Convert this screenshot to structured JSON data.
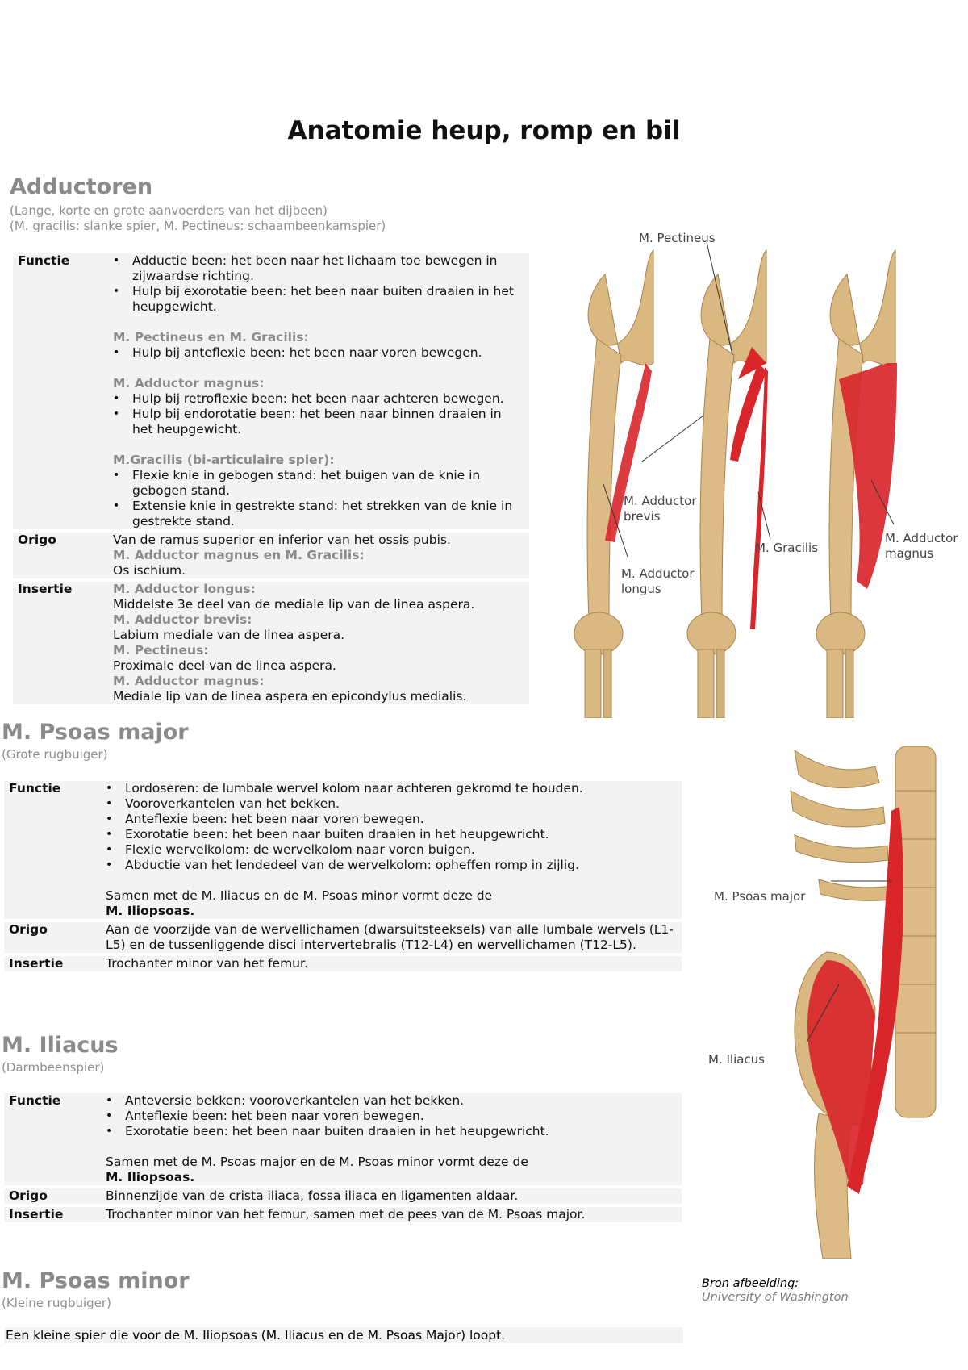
{
  "title": "Anatomie heup, romp en bil",
  "adductoren": {
    "title": "Adductoren",
    "subtitle1": "(Lange, korte en grote aanvoerders van het dijbeen)",
    "subtitle2": "(M. gracilis: slanke spier, M. Pectineus: schaambeenkamspier)",
    "functie_label": "Functie",
    "functie_items": [
      "Adductie been: het been naar het lichaam toe bewegen in zijwaardse richting.",
      "Hulp bij exorotatie been: het been naar buiten draaien in het heupgewicht."
    ],
    "pect_heading": "M. Pectineus en M. Gracilis:",
    "pect_items": [
      "Hulp bij anteflexie been: het been naar voren bewegen."
    ],
    "magnus_heading": "M. Adductor magnus:",
    "magnus_items": [
      "Hulp bij retroflexie been: het been naar achteren bewegen.",
      "Hulp bij endorotatie been: het been naar binnen draaien in het heupgewicht."
    ],
    "gracilis_heading": "M.Gracilis (bi-articulaire spier):",
    "gracilis_items": [
      "Flexie knie in gebogen stand: het buigen van de knie in gebogen stand.",
      "Extensie knie in gestrekte stand: het strekken van de knie in gestrekte stand."
    ],
    "origo_label": "Origo",
    "origo_text": "Van de ramus superior en inferior van het ossis pubis.",
    "origo_sub": "M. Adductor magnus en M. Gracilis:",
    "origo_text2": "Os ischium.",
    "insertie_label": "Insertie",
    "ins": [
      {
        "h": "M. Adductor longus:",
        "t": "Middelste 3e deel van de mediale lip van de linea aspera."
      },
      {
        "h": "M. Adductor brevis:",
        "t": "Labium mediale van de linea aspera."
      },
      {
        "h": "M. Pectineus:",
        "t": "Proximale deel van de linea aspera."
      },
      {
        "h": "M. Adductor magnus:",
        "t": "Mediale lip van de linea aspera en epicondylus medialis."
      }
    ],
    "labels": {
      "pectineus": "M. Pectineus",
      "brevis1": "M. Adductor",
      "brevis2": "brevis",
      "longus1": "M. Adductor",
      "longus2": "longus",
      "gracilis": "M. Gracilis",
      "magnus1": "M. Adductor",
      "magnus2": "magnus"
    }
  },
  "psoas_major": {
    "title": "M. Psoas major",
    "subtitle": "(Grote rugbuiger)",
    "functie_label": "Functie",
    "functie_items": [
      "Lordoseren: de lumbale wervel kolom naar achteren gekromd te houden.",
      "Vooroverkantelen van het bekken.",
      "Anteflexie been: het been naar voren bewegen.",
      "Exorotatie been: het been naar buiten draaien in het heupgewricht.",
      "Flexie wervelkolom: de wervelkolom naar voren buigen.",
      "Abductie van het lendedeel van de wervelkolom: opheffen romp in zijlig."
    ],
    "samen": "Samen met de M. Iliacus en de M. Psoas minor vormt deze de",
    "samen_bold": "M. Iliopsoas.",
    "origo_label": "Origo",
    "origo_text": "Aan de voorzijde van de wervellichamen (dwarsuitsteeksels) van alle lumbale wervels (L1-L5) en de tussenliggende disci intervertebralis (T12-L4) en wervellichamen (T12-L5).",
    "insertie_label": "Insertie",
    "insertie_text": "Trochanter minor van het femur."
  },
  "iliacus": {
    "title": "M. Iliacus",
    "subtitle": "(Darmbeenspier)",
    "functie_label": "Functie",
    "functie_items": [
      "Anteversie bekken: vooroverkantelen van het bekken.",
      "Anteflexie been: het been naar voren bewegen.",
      "Exorotatie been: het been naar buiten draaien in het heupgewricht."
    ],
    "samen": "Samen met de M. Psoas major en de M. Psoas minor vormt deze de",
    "samen_bold": "M. Iliopsoas.",
    "origo_label": "Origo",
    "origo_text": "Binnenzijde van de crista iliaca, fossa iliaca en ligamenten aldaar.",
    "insertie_label": "Insertie",
    "insertie_text": "Trochanter minor van het femur, samen met de pees van de M. Psoas major."
  },
  "psoas_minor": {
    "title": "M. Psoas minor",
    "subtitle": "(Kleine rugbuiger)",
    "text": "Een kleine spier die voor de M. Iliopsoas (M. Iliacus en de M. Psoas Major) loopt."
  },
  "figure2_labels": {
    "psoas": "M. Psoas major",
    "iliacus": "M. Iliacus"
  },
  "source": {
    "line1": "Bron afbeelding:",
    "line2": "University of Washington"
  },
  "colors": {
    "bone": "#d9b882",
    "muscle": "#d8262b",
    "heading_gray": "#8a8a8a",
    "cell_bg": "#f3f3f3"
  }
}
